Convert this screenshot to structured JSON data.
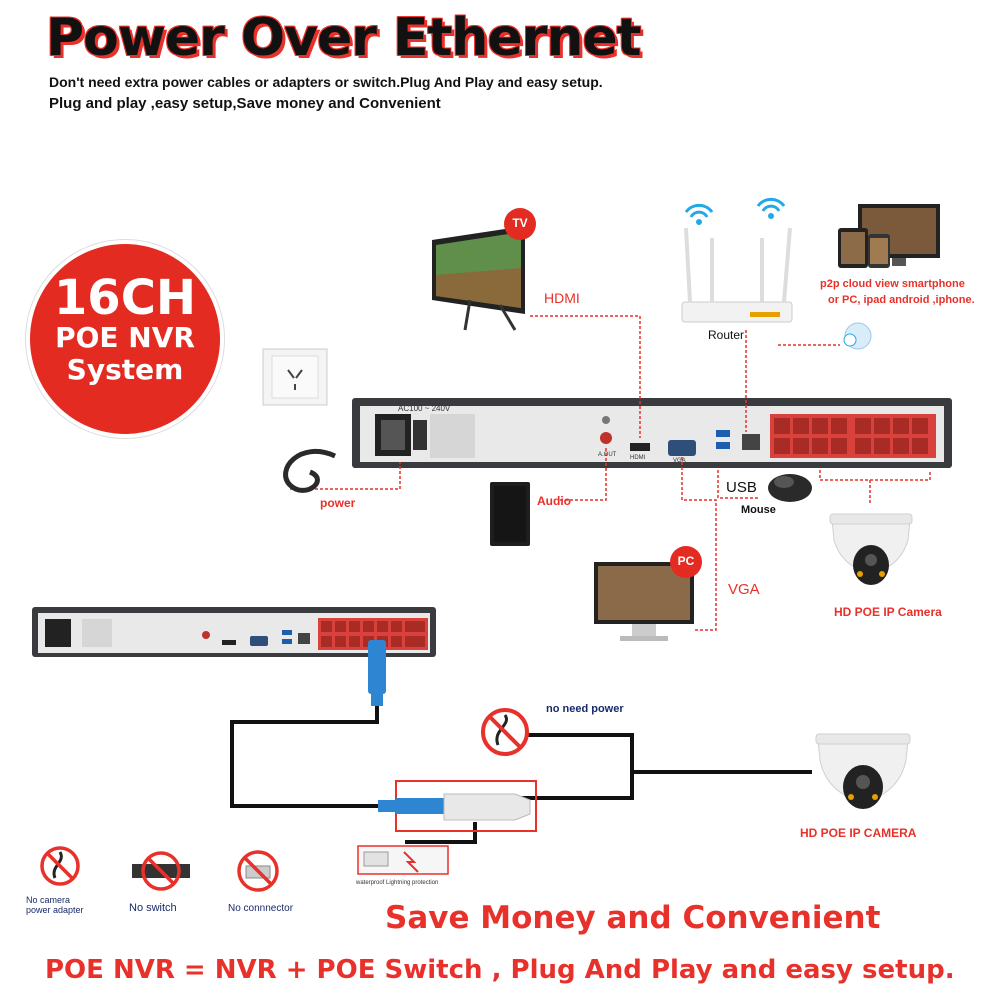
{
  "header": {
    "title": "Power Over Ethernet",
    "subtitle_1": "Don't need extra power cables or adapters or switch.Plug And Play and easy setup.",
    "subtitle_2": "Plug and play ,easy setup,Save money and Convenient"
  },
  "badge": {
    "line1": "16CH",
    "line2": "POE NVR",
    "line3": "System"
  },
  "badges": {
    "tv": "TV",
    "pc": "PC"
  },
  "nvr_labels": {
    "ac": "AC100 ~ 240V",
    "audio_out": "A.OUT",
    "hdmi_port": "HDMI",
    "vga_port": "VGA"
  },
  "connections": {
    "hdmi": "HDMI",
    "router": "Router",
    "p2p_line1": "p2p cloud  view smartphone",
    "p2p_line2": "or PC, ipad android ,iphone.",
    "power": "power",
    "audio": "Audio",
    "usb": "USB",
    "mouse": "Mouse",
    "vga": "VGA",
    "camera_top": "HD POE IP Camera"
  },
  "lower": {
    "no_need_power": "no need power",
    "camera_bottom": "HD POE IP CAMERA",
    "waterproof": "waterproof Lightning protection",
    "no_adapter_1": "No camera",
    "no_adapter_2": "power adapter",
    "no_switch": "No switch",
    "no_connector": "No connnector"
  },
  "footer": {
    "line1": "Save Money and Convenient",
    "line2": "POE NVR = NVR + POE Switch , Plug And Play and easy setup."
  },
  "colors": {
    "accent_red": "#e8312a",
    "nvr_body": "#3a3b3f",
    "panel": "#e9e9e9",
    "port_red": "#d9423c"
  }
}
